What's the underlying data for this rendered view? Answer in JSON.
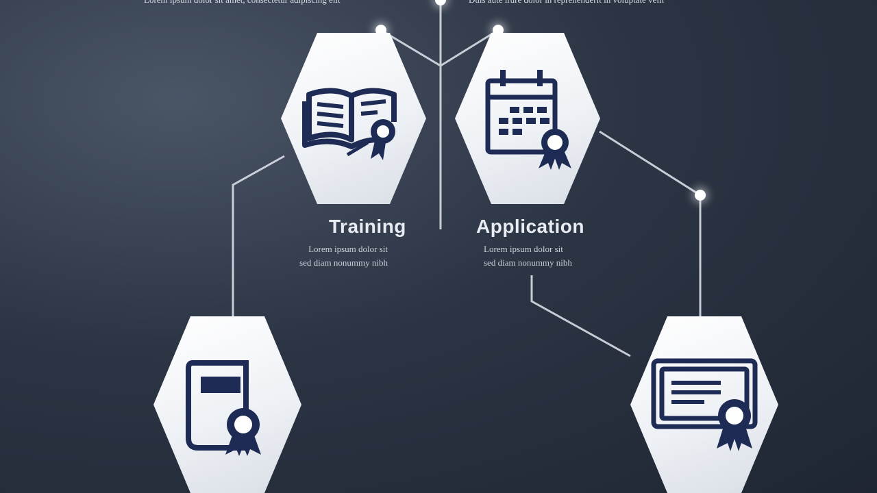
{
  "top_left_text": "Lorem ipsum dolor sit amet, consectetur adipiscing elit",
  "top_right_text": "Duis aute irure dolor in reprehenderit in voluptate velit",
  "steps": [
    {
      "label": "Training",
      "desc_line1": "Lorem ipsum dolor sit",
      "desc_line2": "sed diam nonummy nibh",
      "icon": "book-certificate-icon"
    },
    {
      "label": "Application",
      "desc_line1": "Lorem ipsum dolor sit",
      "desc_line2": "sed diam nonummy nibh",
      "icon": "calendar-ribbon-icon"
    }
  ],
  "bottom_nodes": [
    {
      "icon": "book-ribbon-icon"
    },
    {
      "icon": "certificate-ribbon-icon"
    }
  ],
  "colors": {
    "icon": "#1d2b55",
    "line": "#d8dde5",
    "background": "#2c3544"
  }
}
